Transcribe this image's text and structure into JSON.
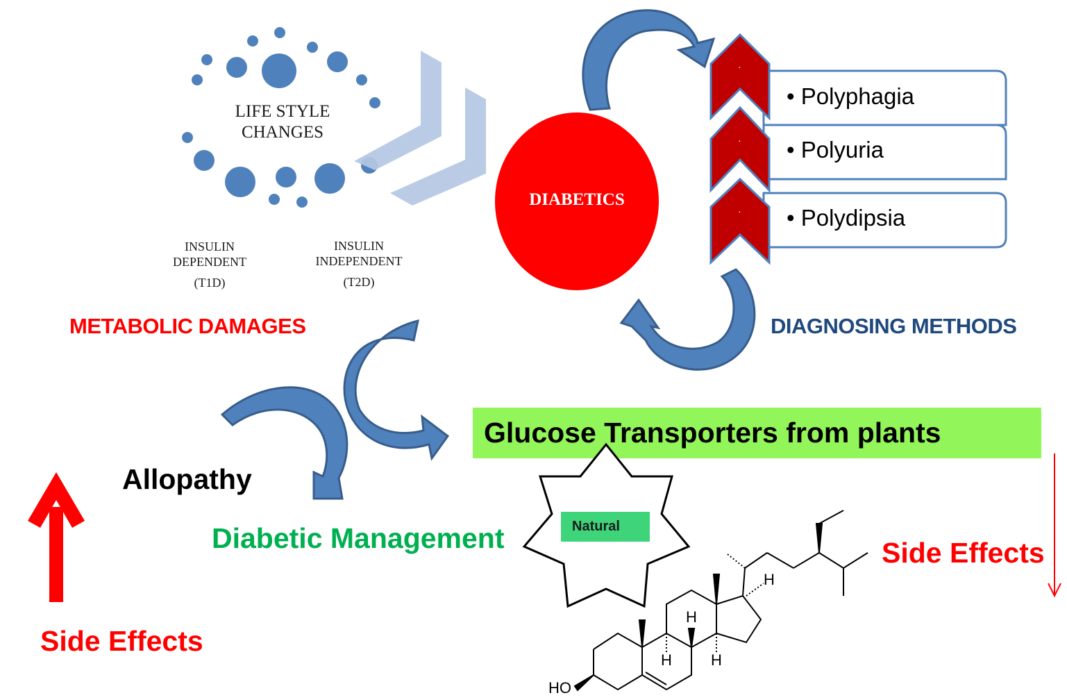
{
  "colors": {
    "blue": "#4f81bd",
    "blue_dark": "#385d8a",
    "blue_light": "#b5c7e4",
    "red": "#ff0000",
    "dark_red": "#c00000",
    "navy_text": "#1f497d",
    "green_text": "#00b050",
    "lime_box": "#92f55a",
    "natural_box": "#3ed47a"
  },
  "lifestyle": {
    "line1": "LIFE STYLE",
    "line2": "CHANGES"
  },
  "insulin_dependent": {
    "line1": "INSULIN",
    "line2": "DEPENDENT",
    "line3": "(T1D)"
  },
  "insulin_independent": {
    "line1": "INSULIN",
    "line2": "INDEPENDENT",
    "line3": "(T2D)"
  },
  "diabetics": "DIABETICS",
  "symptoms": [
    {
      "label": "Polyphagia",
      "bullet": "•",
      "chevron_dot": "·"
    },
    {
      "label": "Polyuria",
      "bullet": "•",
      "chevron_dot": "·"
    },
    {
      "label": "Polydipsia",
      "bullet": "•",
      "chevron_dot": "·"
    }
  ],
  "metabolic_damages": "METABOLIC DAMAGES",
  "diagnosing_methods": "DIAGNOSING METHODS",
  "glucose_transporters": "Glucose Transporters from plants",
  "allopathy": "Allopathy",
  "diabetic_management": "Diabetic Management",
  "natural": "Natural",
  "side_effects_left": "Side Effects",
  "side_effects_right": "Side Effects",
  "molecule": {
    "ho": "HO",
    "h_labels": [
      "H",
      "H",
      "H",
      "H"
    ]
  }
}
